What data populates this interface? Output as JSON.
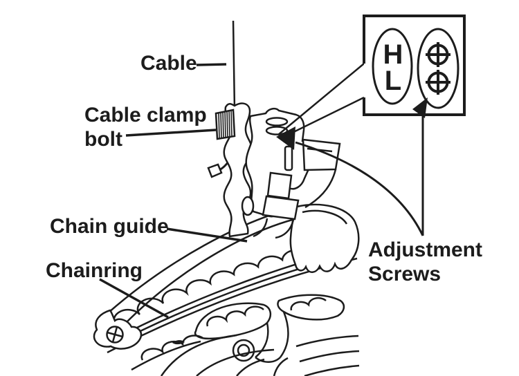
{
  "diagram": {
    "labels": {
      "cable": "Cable",
      "cable_clamp_bolt": {
        "line1": "Cable clamp",
        "line2": "bolt"
      },
      "chain_guide": "Chain guide",
      "chainring": "Chainring",
      "adjustment_screws": {
        "line1": "Adjustment",
        "line2": "Screws"
      }
    },
    "inset": {
      "high": "H",
      "low": "L",
      "screw_icon": "phillips-screw-icon",
      "screw_count": 2
    },
    "colors": {
      "line": "#1c1c1c",
      "background": "#ffffff"
    }
  }
}
